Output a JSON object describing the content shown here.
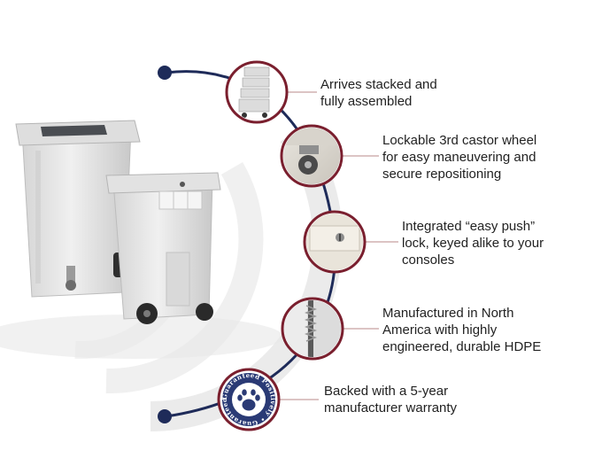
{
  "colors": {
    "navy": "#1e2b59",
    "maroon": "#7a1f2e",
    "leader": "#b88a8a",
    "bin_light": "#e3e3e3",
    "bin_shadow": "#b7b7b7"
  },
  "features": [
    {
      "text": "Arrives stacked and\nfully assembled",
      "icon": "stacked-bins-icon"
    },
    {
      "text": "Lockable 3rd castor wheel\nfor easy maneuvering and\nsecure repositioning",
      "icon": "castor-wheel-icon"
    },
    {
      "text": "Integrated “easy push”\nlock, keyed alike to your\nconsoles",
      "icon": "push-lock-icon"
    },
    {
      "text": "Manufactured in North\nAmerica with highly\nengineered, durable HDPE",
      "icon": "hdpe-material-icon"
    },
    {
      "text": "Backed with a 5-year\nmanufacturer warranty",
      "icon": "paw-seal-icon"
    }
  ],
  "seal": {
    "ring_text": "Guaranteed Positively • Guaranteed Positively •"
  }
}
